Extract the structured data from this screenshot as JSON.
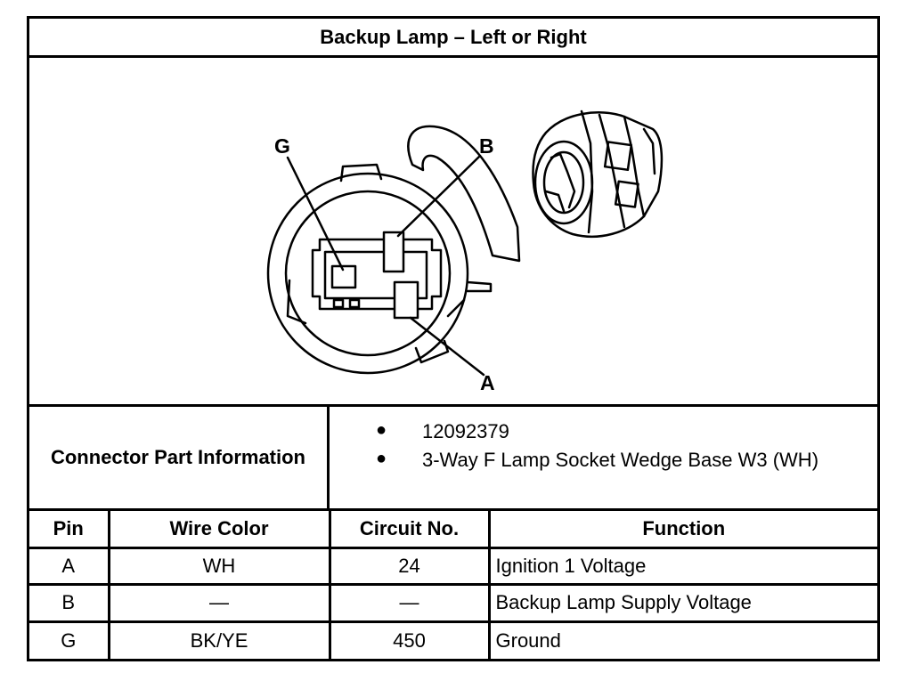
{
  "title": "Backup Lamp – Left or Right",
  "figure": {
    "callouts": {
      "g": "G",
      "b": "B",
      "a": "A"
    }
  },
  "connector_info": {
    "label": "Connector Part Information",
    "items": [
      "12092379",
      "3-Way F Lamp Socket Wedge Base W3 (WH)"
    ],
    "bullet": "●"
  },
  "pin_table": {
    "headers": {
      "pin": "Pin",
      "wire_color": "Wire Color",
      "circuit": "Circuit No.",
      "function": "Function"
    },
    "rows": [
      {
        "pin": "A",
        "wire_color": "WH",
        "circuit": "24",
        "function": "Ignition 1 Voltage"
      },
      {
        "pin": "B",
        "wire_color": "—",
        "circuit": "—",
        "function": "Backup Lamp Supply Voltage"
      },
      {
        "pin": "G",
        "wire_color": "BK/YE",
        "circuit": "450",
        "function": "Ground"
      }
    ]
  }
}
